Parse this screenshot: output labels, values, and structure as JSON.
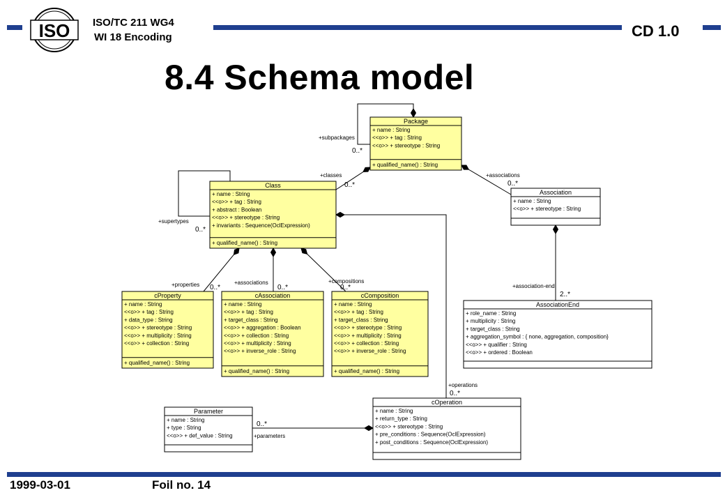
{
  "header": {
    "org_line1": "ISO/TC 211 WG4",
    "org_line2": "WI 18 Encoding",
    "version": "CD 1.0",
    "logo_text": "ISO"
  },
  "title": "8.4 Schema model",
  "footer": {
    "date": "1999-03-01",
    "foil": "Foil no. 14"
  },
  "diagram": {
    "classes": [
      {
        "id": "package",
        "name": "Package",
        "fill": "#ffffa0",
        "attributes": [
          "+ name : String",
          "<<o>> + tag : String",
          "<<o>> + stereotype : String"
        ],
        "operations": [
          "+ qualified_name() : String"
        ]
      },
      {
        "id": "class",
        "name": "Class",
        "fill": "#ffffa0",
        "attributes": [
          "+ name : String",
          "<<o>> + tag : String",
          "+ abstract : Boolean",
          "<<o>> + stereotype : String",
          "+ invariants : Sequence(OclExpression)"
        ],
        "operations": [
          "+ qualified_name() : String"
        ]
      },
      {
        "id": "association",
        "name": "Association",
        "fill": "#ffffff",
        "attributes": [
          "+ name : String",
          "<<o>> + stereotype : String"
        ],
        "operations": []
      },
      {
        "id": "cproperty",
        "name": "cProperty",
        "fill": "#ffffa0",
        "attributes": [
          "+ name : String",
          "<<o>> + tag : String",
          "+ data_type : String",
          "<<o>> + stereotype : String",
          "<<o>> + multiplicity : String",
          "<<o>> + collection : String"
        ],
        "operations": [
          "+ qualified_name() : String"
        ]
      },
      {
        "id": "cassociation",
        "name": "cAssociation",
        "fill": "#ffffa0",
        "attributes": [
          "+ name : String",
          "<<o>> + tag : String",
          "+ target_class : String",
          "<<o>> + aggregation : Boolean",
          "<<o>> + collection : String",
          "<<o>> + multiplicity : String",
          "<<o>> + inverse_role : String"
        ],
        "operations": [
          "+ qualified_name() : String"
        ]
      },
      {
        "id": "ccomposition",
        "name": "cComposition",
        "fill": "#ffffa0",
        "attributes": [
          "+ name : String",
          "<<o>> + tag : String",
          "+ target_class : String",
          "<<o>> + stereotype : String",
          "<<o>> + multiplicity : String",
          "<<o>> + collection : String",
          "<<o>> + inverse_role : String"
        ],
        "operations": [
          "+ qualified_name() : String"
        ]
      },
      {
        "id": "associationend",
        "name": "AssociationEnd",
        "fill": "#ffffff",
        "attributes": [
          "+ role_name : String",
          "+ multiplicity : String",
          "+ target_class : String",
          "+ aggregation_symbol : { none, aggregation, composition}",
          "<<o>> + qualifier : String",
          "<<o>> + ordered : Boolean"
        ],
        "operations": []
      },
      {
        "id": "parameter",
        "name": "Parameter",
        "fill": "#ffffff",
        "attributes": [
          "+ name : String",
          "+ type : String",
          "<<o>> + def_value : String"
        ],
        "operations": []
      },
      {
        "id": "coperation",
        "name": "cOperation",
        "fill": "#ffffff",
        "attributes": [
          "+ name : String",
          "+ return_type : String",
          "<<o>> + stereotype : String",
          "+ pre_conditions : Sequence(OclExpression)",
          "+ post_conditions : Sequence(OclExpression)"
        ],
        "operations": []
      }
    ],
    "roles": {
      "subpackages": "+subpackages",
      "subpackages_mult": "0..*",
      "classes": "+classes",
      "classes_mult": "0..*",
      "associations_pkg": "+associations",
      "associations_pkg_mult": "0..*",
      "supertypes": "+supertypes",
      "supertypes_mult": "0..*",
      "properties": "+properties",
      "properties_mult": "0..*",
      "associations_cls": "+associations",
      "associations_cls_mult": "0..*",
      "compositions": "+compositions",
      "compositions_mult": "0..*",
      "association_end": "+association-end",
      "association_end_mult": "2..*",
      "operations": "+operations",
      "operations_mult": "0..*",
      "parameters": "+parameters",
      "parameters_mult": "0..*"
    },
    "colors": {
      "accent_bar": "#1f3f8f",
      "class_fill": "#ffffa0"
    }
  }
}
